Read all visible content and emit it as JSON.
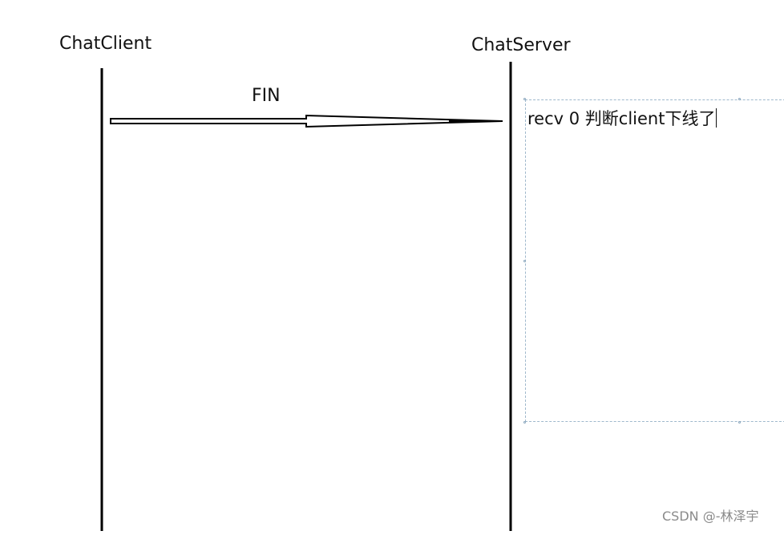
{
  "diagram": {
    "client_label": "ChatClient",
    "server_label": "ChatServer",
    "message_label": "FIN",
    "server_note": "recv  0 判断client下线了",
    "watermark": "CSDN @-林泽宇"
  }
}
